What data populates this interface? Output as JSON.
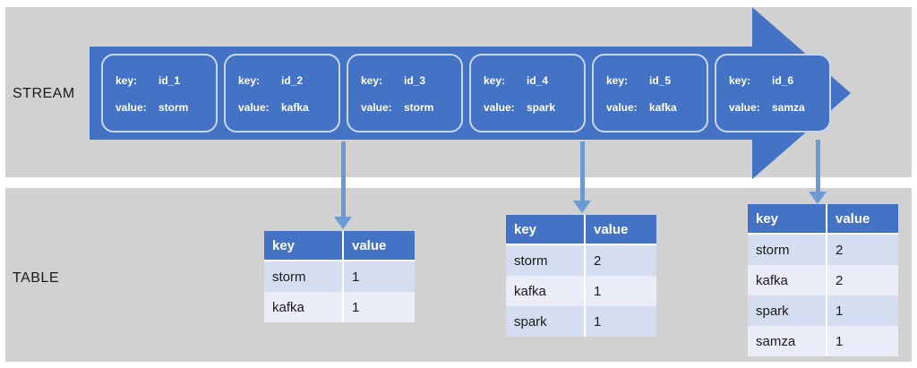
{
  "labels": {
    "stream": "STREAM",
    "table": "TABLE"
  },
  "records": [
    {
      "key_label": "key:",
      "key": "id_1",
      "value_label": "value:",
      "value": "storm"
    },
    {
      "key_label": "key:",
      "key": "id_2",
      "value_label": "value:",
      "value": "kafka"
    },
    {
      "key_label": "key:",
      "key": "id_3",
      "value_label": "value:",
      "value": "storm"
    },
    {
      "key_label": "key:",
      "key": "id_4",
      "value_label": "value:",
      "value": "spark"
    },
    {
      "key_label": "key:",
      "key": "id_5",
      "value_label": "value:",
      "value": "kafka"
    },
    {
      "key_label": "key:",
      "key": "id_6",
      "value_label": "value:",
      "value": "samza"
    }
  ],
  "tables": [
    {
      "headers": [
        "key",
        "value"
      ],
      "rows": [
        [
          "storm",
          "1"
        ],
        [
          "kafka",
          "1"
        ]
      ]
    },
    {
      "headers": [
        "key",
        "value"
      ],
      "rows": [
        [
          "storm",
          "2"
        ],
        [
          "kafka",
          "1"
        ],
        [
          "spark",
          "1"
        ]
      ]
    },
    {
      "headers": [
        "key",
        "value"
      ],
      "rows": [
        [
          "storm",
          "2"
        ],
        [
          "kafka",
          "2"
        ],
        [
          "spark",
          "1"
        ],
        [
          "samza",
          "1"
        ]
      ]
    }
  ],
  "colors": {
    "band-gray": "#d1d1d1",
    "arrow-blue": "#4472c4",
    "record-border": "#c8d6ee",
    "table-header-blue": "#4472c4",
    "row-odd": "#d5ddf0",
    "row-even": "#eaedf8",
    "down-arrow-blue": "#6c9bd2",
    "text-dark": "#1a1a1a",
    "text-white": "#ffffff"
  }
}
